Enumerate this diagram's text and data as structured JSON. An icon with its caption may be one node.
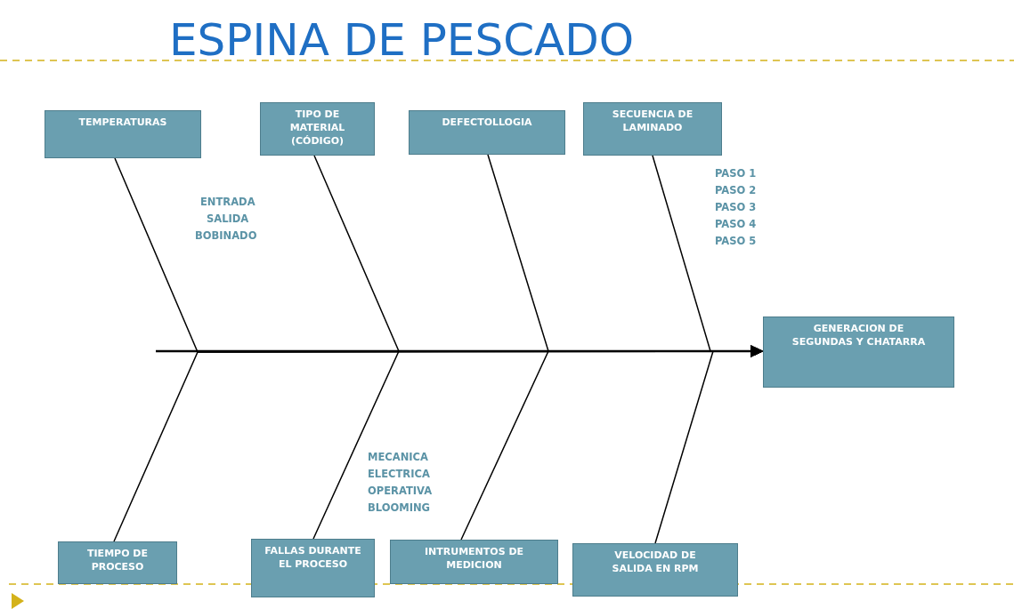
{
  "diagram": {
    "title": "ESPINA DE PESCADO",
    "nodes": [
      {
        "text": [
          "TEMPERATURAS"
        ]
      },
      {
        "text": [
          "TIPO DE MATERIAL (CÓDIGO)"
        ]
      },
      {
        "text": [
          "DEFECTOLLOGIA"
        ]
      },
      {
        "text": [
          "SECUENCIA DE LAMINADO"
        ]
      },
      {
        "text": [
          "GENERACION DE SEGUNDAS Y CHATARRA"
        ]
      },
      {
        "text": [
          "TIEMPO DE PROCESO"
        ]
      },
      {
        "text": [
          "FALLAS DURANTE EL PROCESO"
        ]
      },
      {
        "text": [
          "INTRUMENTOS DE MEDICION"
        ]
      },
      {
        "text": [
          "VELOCIDAD DE SALIDA EN RPM"
        ]
      }
    ],
    "edges": [
      {
        "from": null,
        "to": 4,
        "arrow": "to"
      },
      {
        "from": 0,
        "to": 4,
        "arrow": "to"
      },
      {
        "from": 1,
        "to": 4,
        "arrow": "to"
      },
      {
        "from": 2,
        "to": 4,
        "arrow": "to"
      },
      {
        "from": 3,
        "to": 4,
        "arrow": "to"
      },
      {
        "from": 5,
        "to": 4,
        "arrow": "to"
      },
      {
        "from": 6,
        "to": 4,
        "arrow": "to"
      },
      {
        "from": 7,
        "to": 4,
        "arrow": "to"
      },
      {
        "from": 8,
        "to": 4,
        "arrow": "to"
      }
    ],
    "labels": [
      "ENTRADA",
      "SALIDA",
      "BOBINADO",
      "PASO 1",
      "PASO 2",
      "PASO 3",
      "PASO 4",
      "PASO 5",
      "MECANICA",
      "ELECTRICA",
      "OPERATIVA",
      "BLOOMING"
    ]
  }
}
